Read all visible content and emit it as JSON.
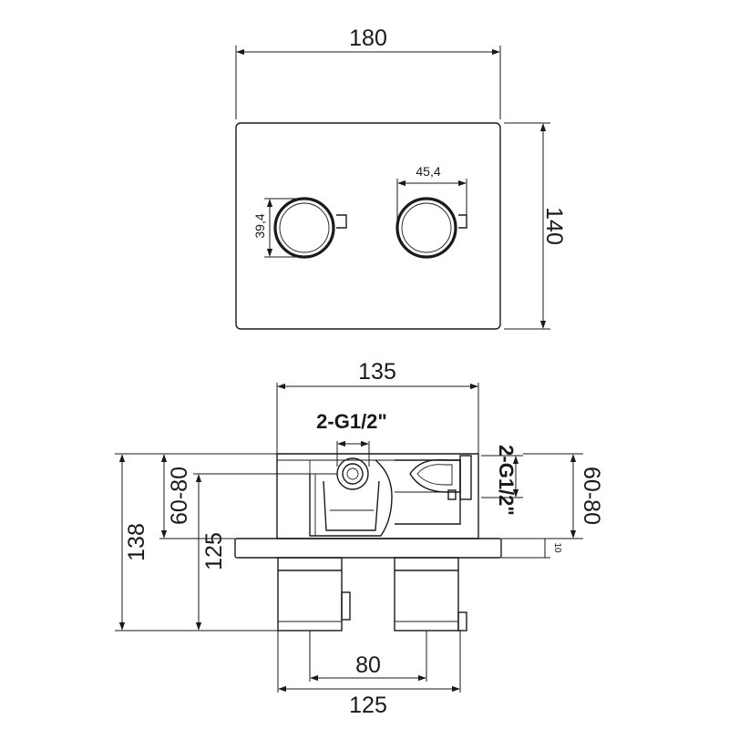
{
  "front_view": {
    "width": "180",
    "height": "140",
    "knob_diameter": "39,4",
    "knob_spacing": "45,4"
  },
  "side_view": {
    "body_width": "135",
    "outlet_top": "2-G1/2\"",
    "outlet_right": "2-G1/2\"",
    "depth_left": "60-80",
    "depth_right": "60-80",
    "total_height": "138",
    "body_height": "125",
    "plate_thickness": "10",
    "inlet_spacing": "80",
    "inlet_span": "125"
  }
}
